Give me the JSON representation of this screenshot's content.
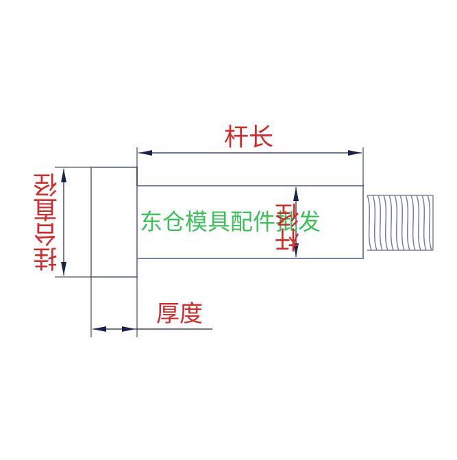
{
  "labels": {
    "rod_length": "杆长",
    "head_diameter": "挂台直径",
    "thickness": "厚度",
    "rod_diameter": "杆径"
  },
  "watermark": "东仓模具配件批发",
  "colors": {
    "outline": "#7b82a8",
    "dimension": "#1b2448",
    "label": "#d42a2a",
    "watermark": "#3cc15a",
    "thread": "#7b82a8"
  }
}
